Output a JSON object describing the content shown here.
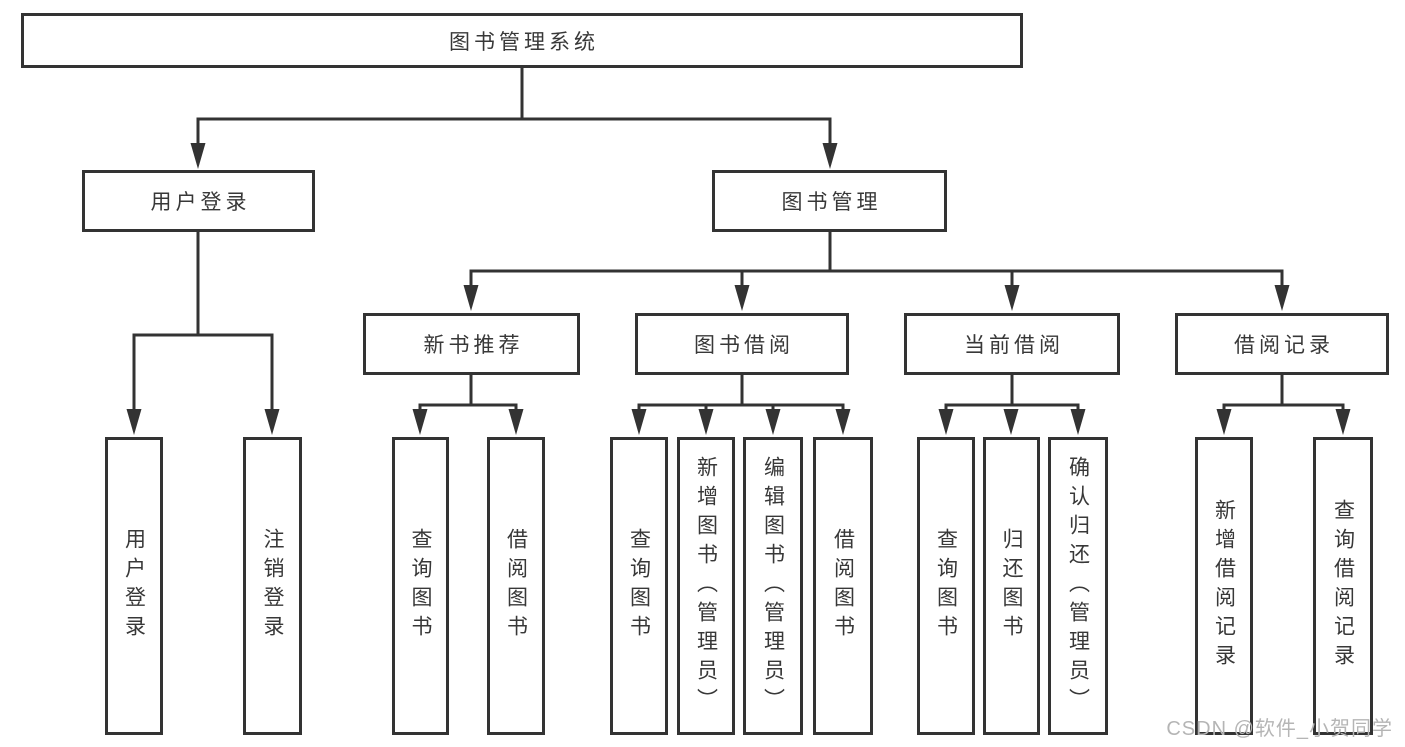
{
  "nodes": {
    "root": {
      "label": "图书管理系统"
    },
    "level2": [
      {
        "label": "用户登录"
      },
      {
        "label": "图书管理"
      }
    ],
    "level3": [
      {
        "label": "新书推荐",
        "parent": "图书管理"
      },
      {
        "label": "图书借阅",
        "parent": "图书管理"
      },
      {
        "label": "当前借阅",
        "parent": "图书管理"
      },
      {
        "label": "借阅记录",
        "parent": "图书管理"
      }
    ],
    "leaves": [
      {
        "label": "用户登录",
        "parent": "用户登录"
      },
      {
        "label": "注销登录",
        "parent": "用户登录"
      },
      {
        "label": "查询图书",
        "parent": "新书推荐"
      },
      {
        "label": "借阅图书",
        "parent": "新书推荐"
      },
      {
        "label": "查询图书",
        "parent": "图书借阅"
      },
      {
        "label": "新增图书（管理员）",
        "parent": "图书借阅"
      },
      {
        "label": "编辑图书（管理员）",
        "parent": "图书借阅"
      },
      {
        "label": "借阅图书",
        "parent": "图书借阅"
      },
      {
        "label": "查询图书",
        "parent": "当前借阅"
      },
      {
        "label": "归还图书",
        "parent": "当前借阅"
      },
      {
        "label": "确认归还（管理员）",
        "parent": "当前借阅"
      },
      {
        "label": "新增借阅记录",
        "parent": "借阅记录"
      },
      {
        "label": "查询借阅记录",
        "parent": "借阅记录"
      }
    ]
  },
  "watermark": "CSDN @软件_小贺同学",
  "colors": {
    "line": "#333333",
    "text": "#383838",
    "box_background": "#ffffff",
    "watermark": "#b5b5b5",
    "background": "#ffffff"
  }
}
